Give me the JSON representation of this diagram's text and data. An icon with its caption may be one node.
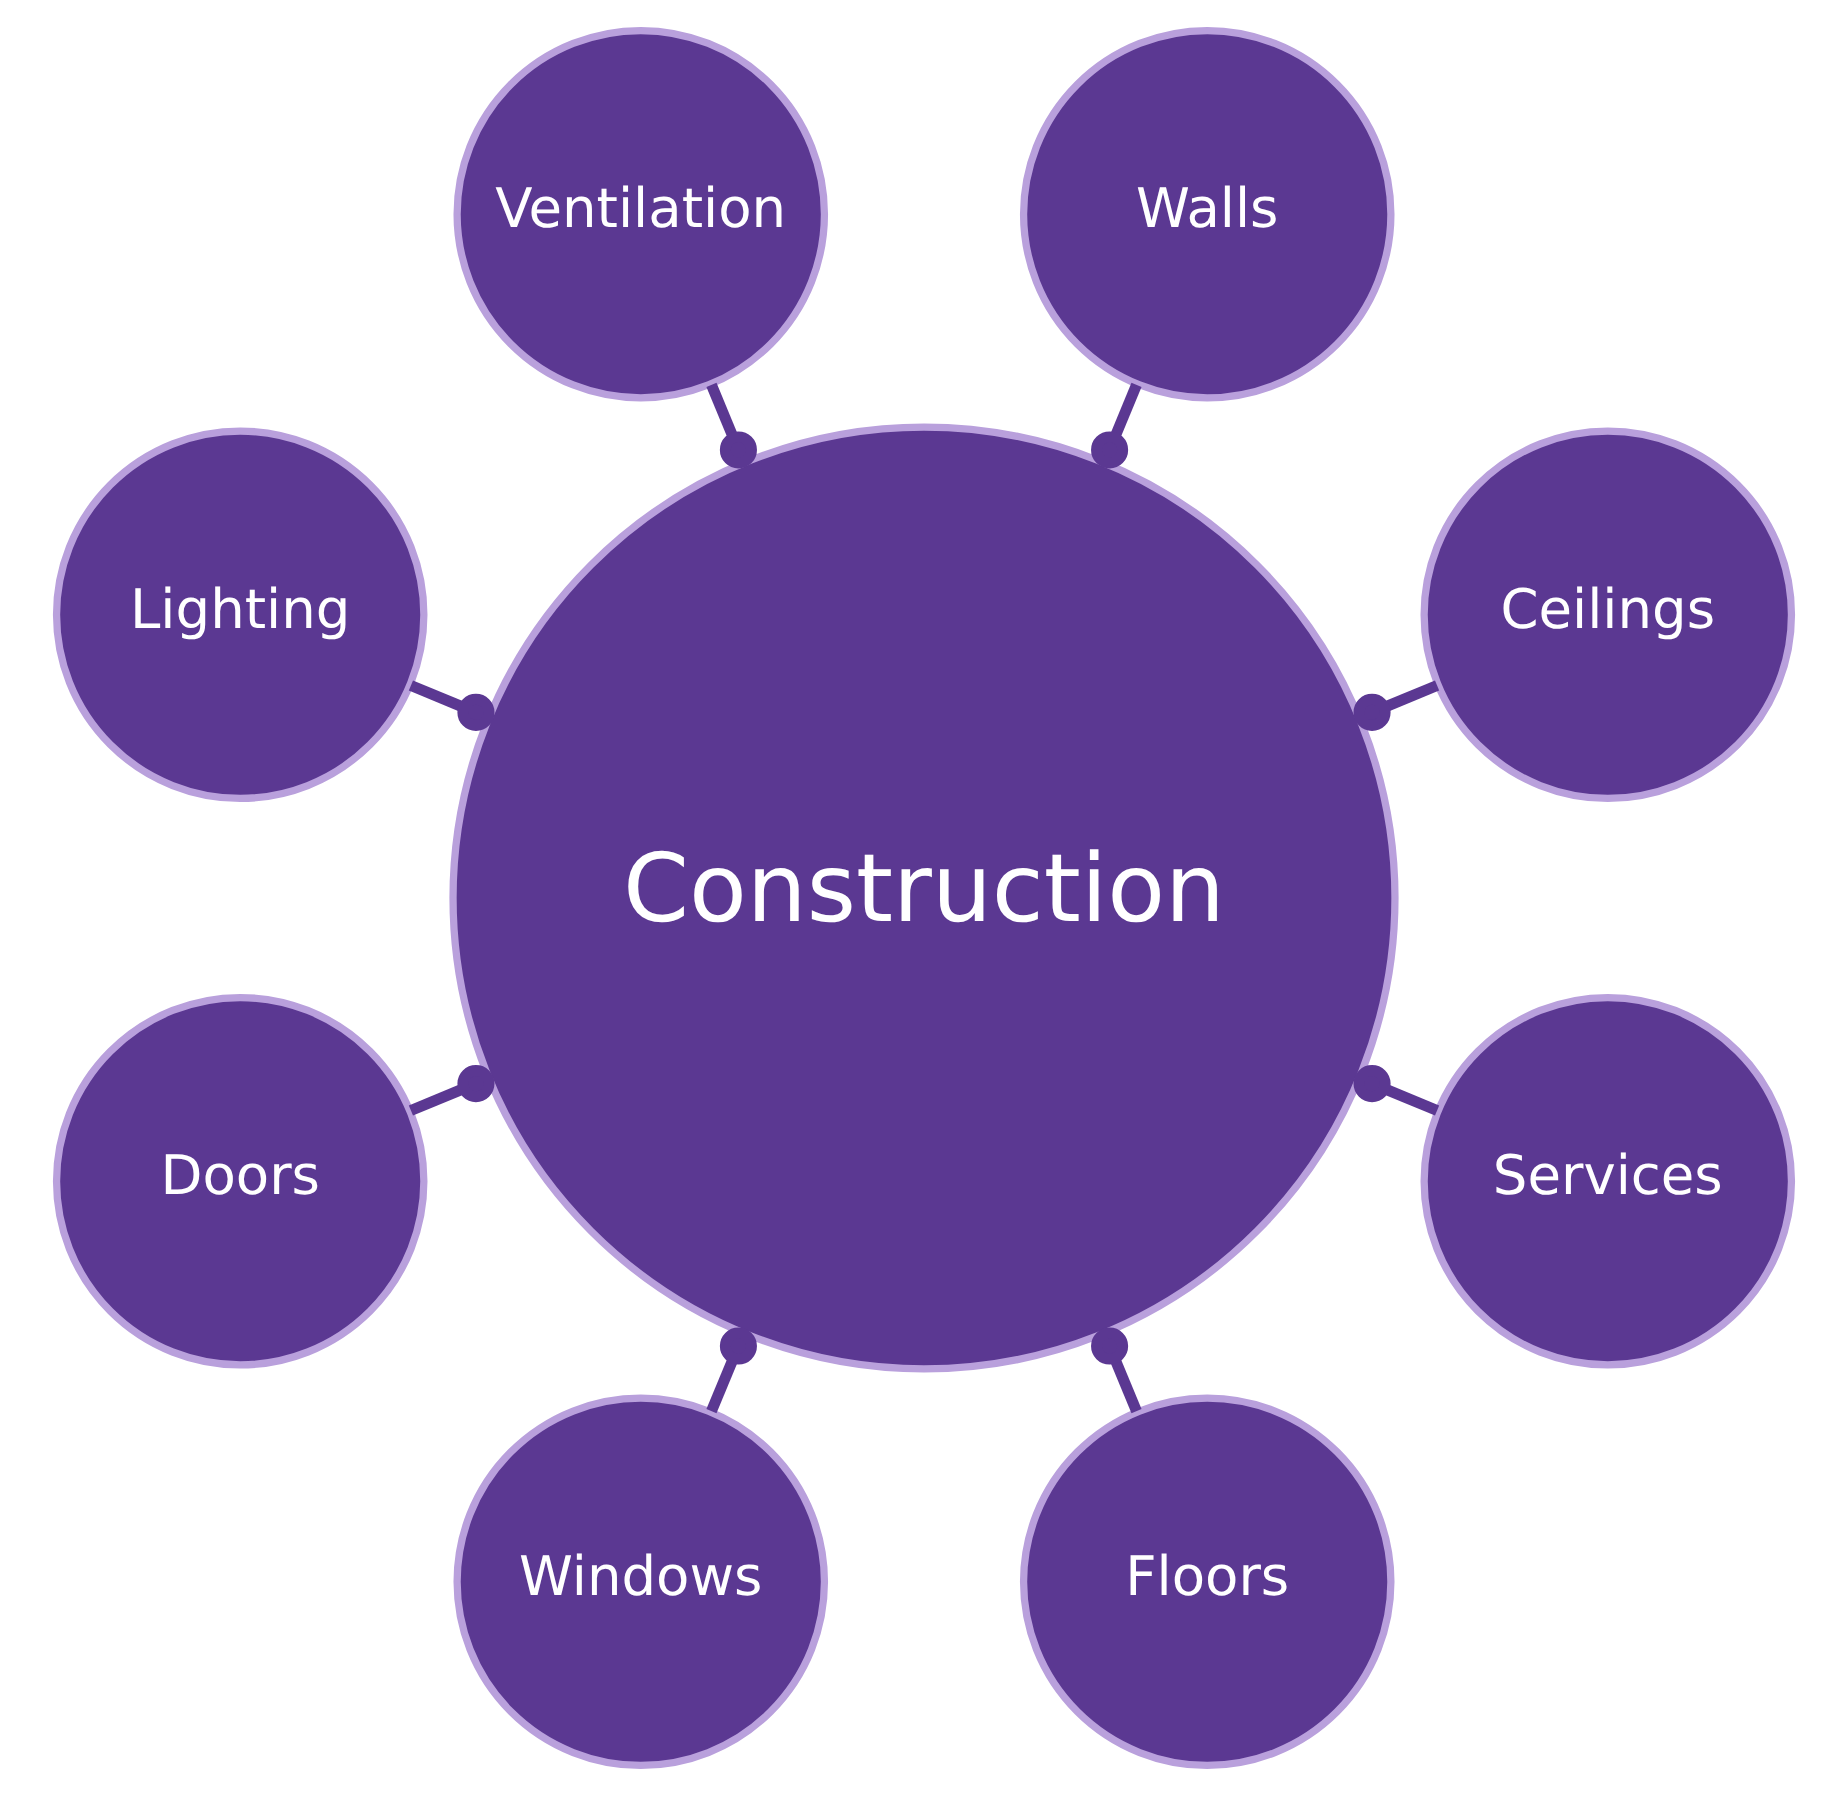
{
  "diagram": {
    "nodes": [
      {
        "text": [
          "Construction"
        ]
      },
      {
        "text": [
          "Ceilings"
        ]
      },
      {
        "text": [
          "Walls"
        ]
      },
      {
        "text": [
          "Ventilation"
        ]
      },
      {
        "text": [
          "Lighting"
        ]
      },
      {
        "text": [
          "Doors"
        ]
      },
      {
        "text": [
          "Windows"
        ]
      },
      {
        "text": [
          "Floors"
        ]
      },
      {
        "text": [
          "Services"
        ]
      }
    ],
    "edges": [
      {
        "from": 0,
        "to": 1,
        "arrow": "other"
      },
      {
        "from": 0,
        "to": 2,
        "arrow": "other"
      },
      {
        "from": 0,
        "to": 3,
        "arrow": "other"
      },
      {
        "from": 0,
        "to": 4,
        "arrow": "other"
      },
      {
        "from": 0,
        "to": 5,
        "arrow": "other"
      },
      {
        "from": 0,
        "to": 6,
        "arrow": "other"
      },
      {
        "from": 0,
        "to": 7,
        "arrow": "other"
      },
      {
        "from": 0,
        "to": 8,
        "arrow": "other"
      }
    ]
  }
}
